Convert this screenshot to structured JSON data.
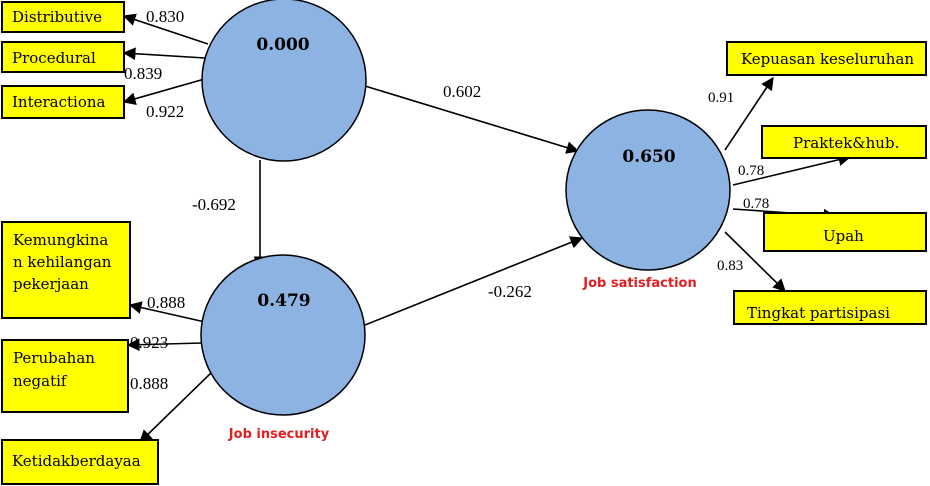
{
  "colors": {
    "indicator_fill": "#ffff00",
    "construct_fill": "#8db3e2",
    "construct_name": "#e02020"
  },
  "constructs": {
    "justice": {
      "value": "0.000",
      "name": ""
    },
    "insecurity": {
      "value": "0.479",
      "name": "Job insecurity"
    },
    "satisfaction": {
      "value": "0.650",
      "name": "Job satisfaction"
    }
  },
  "indicators": {
    "distributive": "Distributive",
    "procedural": "Procedural",
    "interactional": "Interactiona",
    "loss_line1": "Kemungkina",
    "loss_line2": "n kehilangan",
    "loss_line3": "pekerjaan",
    "negative_line1": "Perubahan",
    "negative_line2": "negatif",
    "powerless": "Ketidakberdayaa",
    "overall": "Kepuasan keseluruhan",
    "practice": "Praktek&hub.",
    "wage": "Upah",
    "participation": "Tingkat partisipasi"
  },
  "loadings": {
    "distributive": "0.830",
    "procedural": "0.839",
    "interactional": "0.922",
    "loss": "0.888",
    "negative": "0.923",
    "powerless": "0.888",
    "overall": "0.91",
    "practice": "0.78",
    "wage": "0.78",
    "participation": "0.83"
  },
  "paths": {
    "justice_to_satisfaction": "0.602",
    "justice_to_insecurity": "-0.692",
    "insecurity_to_satisfaction": "-0.262"
  }
}
